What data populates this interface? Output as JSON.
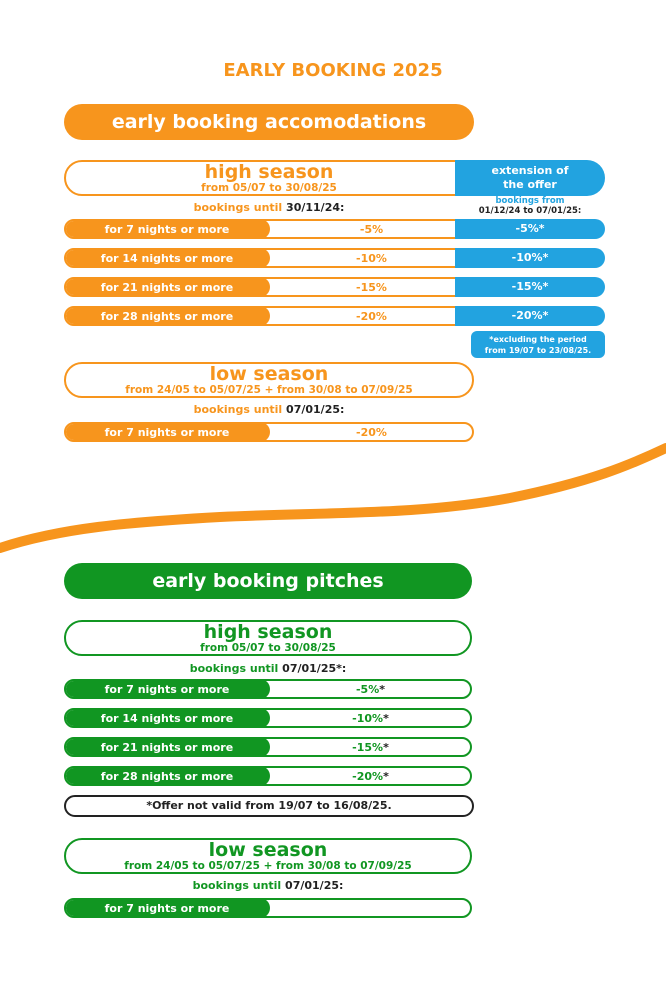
{
  "title": "EARLY BOOKING 2025",
  "accommodations": {
    "banner": "early booking accomodations",
    "high": {
      "label": "high season",
      "dates": "from 05/07 to 30/08/25",
      "until_label": "bookings until",
      "until_date": "30/11/24:",
      "rows": [
        {
          "label": "for 7 nights or more",
          "value": "-5%"
        },
        {
          "label": "for 14 nights or more",
          "value": "-10%"
        },
        {
          "label": "for 21 nights or more",
          "value": "-15%"
        },
        {
          "label": "for 28 nights or more",
          "value": "-20%"
        }
      ]
    },
    "extension": {
      "title_line1": "extension of",
      "title_line2": "the offer",
      "from_label": "bookings from",
      "from_dates": "01/12/24 to 07/01/25:",
      "values": [
        "-5%*",
        "-10%*",
        "-15%*",
        "-20%*"
      ],
      "note_line1": "*excluding the period",
      "note_line2": "from 19/07 to 23/08/25."
    },
    "low": {
      "label": "low season",
      "dates": "from 24/05 to 05/07/25 + from 30/08 to 07/09/25",
      "until_label": "bookings until",
      "until_date": "07/01/25:",
      "rows": [
        {
          "label": "for 7 nights or more",
          "value": "-20%"
        }
      ]
    }
  },
  "pitches": {
    "banner": "early booking pitches",
    "high": {
      "label": "high season",
      "dates": "from 05/07 to 30/08/25",
      "until_label": "bookings until",
      "until_date": "07/01/25*:",
      "rows": [
        {
          "label": "for 7 nights or more",
          "value": "-5%",
          "mark": "*"
        },
        {
          "label": "for 14 nights or more",
          "value": "-10%",
          "mark": "*"
        },
        {
          "label": "for 21 nights or more",
          "value": "-15%",
          "mark": "*"
        },
        {
          "label": "for 28 nights or more",
          "value": "-20%",
          "mark": "*"
        }
      ]
    },
    "offer_note": "*Offer not valid from 19/07 to 16/08/25.",
    "low": {
      "label": "low season",
      "dates": "from 24/05 to 05/07/25 + from 30/08 to 07/09/25",
      "until_label": "bookings until",
      "until_date": "07/01/25:",
      "rows": [
        {
          "label": "for 7 nights or more",
          "value": ""
        }
      ]
    }
  },
  "colors": {
    "orange": "#f7951d",
    "green": "#119622",
    "blue": "#22a3e0"
  }
}
